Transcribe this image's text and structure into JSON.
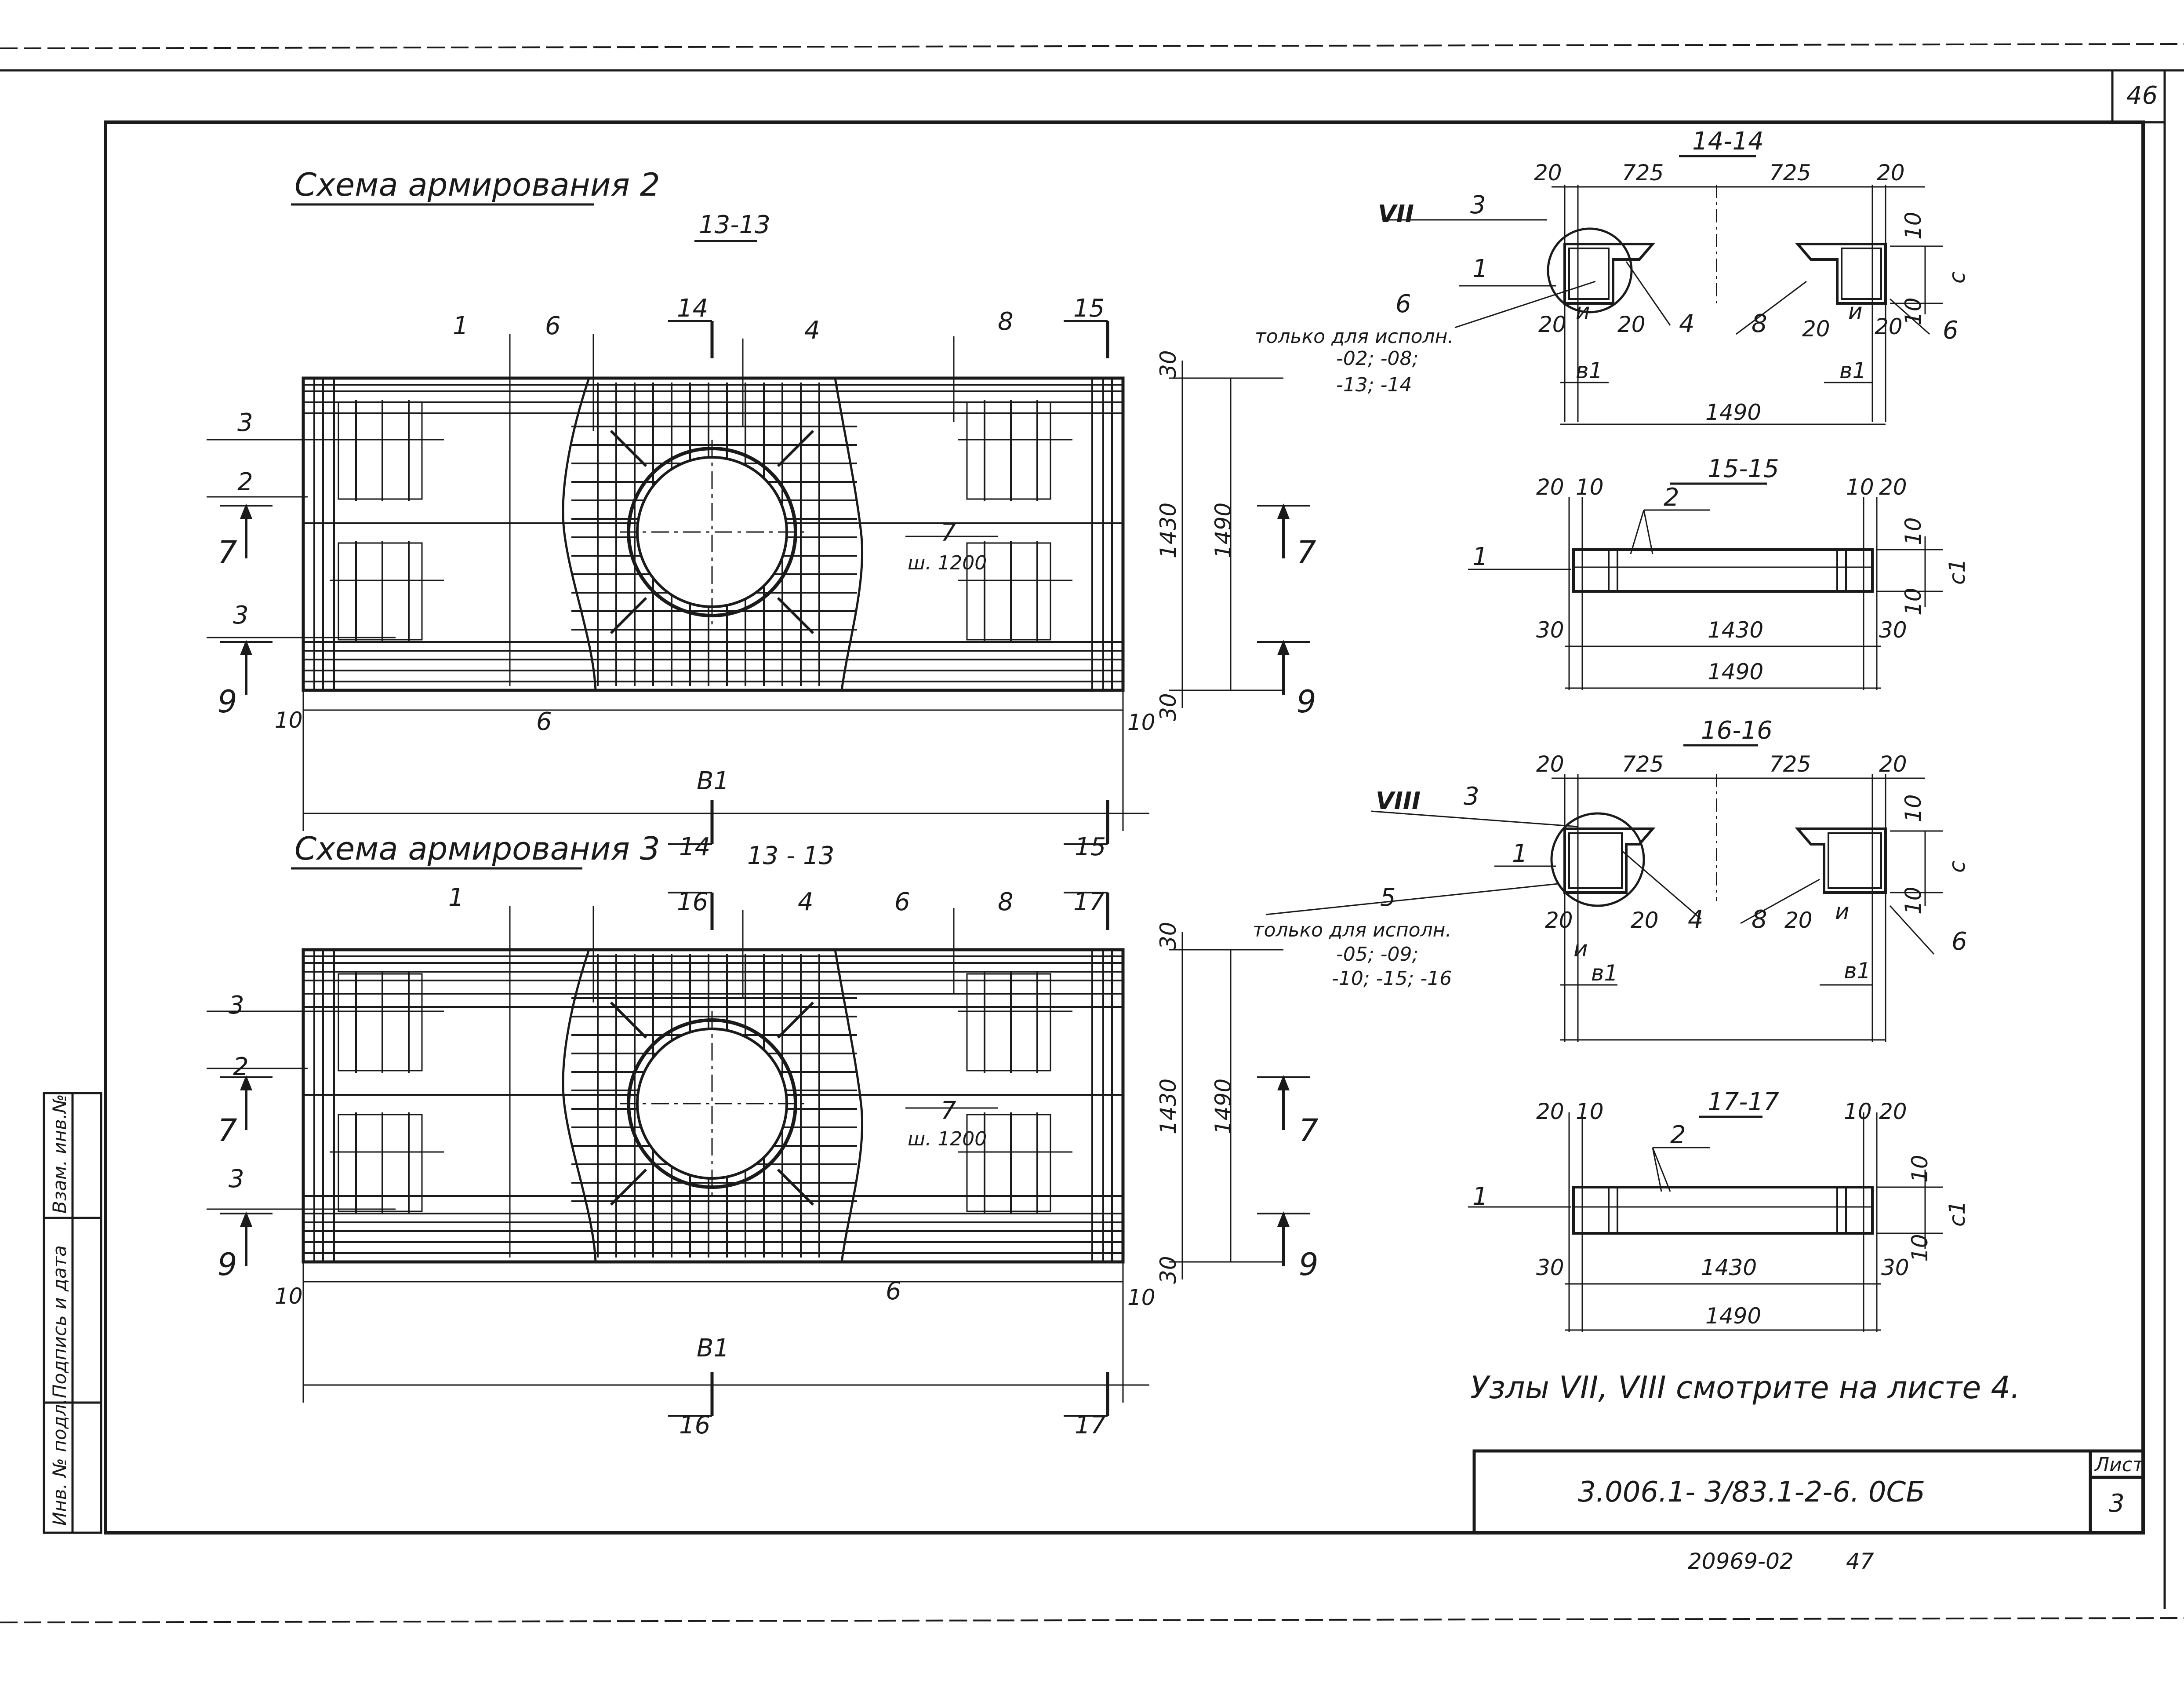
{
  "sheet": {
    "page_number": "46",
    "sheet_label": "Лист",
    "sheet_number": "3",
    "doc_code": "3.006.1- 3/83.1-2-6. 0СБ",
    "archive_number": "20969-02",
    "archive_page": "47",
    "side_stamp": [
      "Инв. № подл.",
      "Подпись и дата",
      "Взам. инв.№"
    ]
  },
  "scheme2": {
    "title": "Схема армирования 2",
    "section_title": "13-13",
    "section_label_14": "14",
    "section_label_15": "15",
    "section_label_7": "7",
    "section_label_9": "9",
    "callouts": [
      "1",
      "6",
      "4",
      "8",
      "3",
      "2",
      "3",
      "6"
    ],
    "step_label": "7",
    "step_value": "ш. 1200",
    "dim_30": "30",
    "dim_1430": "1430",
    "dim_1490": "1490",
    "dim_10": "10",
    "dim_B1": "B1"
  },
  "scheme3": {
    "title": "Схема армирования 3",
    "section_title": "13 - 13",
    "section_label_16": "16",
    "section_label_17": "17",
    "section_label_14": "14",
    "section_label_15": "15",
    "section_label_7": "7",
    "section_label_9": "9",
    "callouts": [
      "1",
      "4",
      "6",
      "8",
      "3",
      "2",
      "3",
      "6"
    ],
    "step_label": "7",
    "step_value": "ш. 1200",
    "dim_30": "30",
    "dim_1430": "1430",
    "dim_1490": "1490",
    "dim_10": "10",
    "dim_B1": "B1"
  },
  "section_14": {
    "title": "14-14",
    "node": "VII",
    "dims": [
      "20",
      "725",
      "725",
      "20",
      "10",
      "c",
      "10",
      "20",
      "и",
      "20",
      "20",
      "и",
      "20",
      "в1",
      "в1",
      "1490"
    ],
    "callouts": [
      "3",
      "1",
      "4",
      "8",
      "6"
    ],
    "note_mark": "6",
    "note": [
      "только для исполн.",
      "-02; -08;",
      "-13; -14"
    ]
  },
  "section_15": {
    "title": "15-15",
    "dims": [
      "20",
      "10",
      "10",
      "20",
      "10",
      "c1",
      "10",
      "30",
      "1430",
      "30",
      "1490"
    ],
    "callouts": [
      "2",
      "1"
    ]
  },
  "section_16": {
    "title": "16-16",
    "node": "VIII",
    "dims": [
      "20",
      "725",
      "725",
      "20",
      "10",
      "c",
      "10",
      "20",
      "20",
      "и",
      "в1",
      "20",
      "и",
      "в1"
    ],
    "callouts": [
      "3",
      "1",
      "4",
      "8",
      "6"
    ],
    "note_mark": "5",
    "note": [
      "только для исполн.",
      "-05; -09;",
      "-10; -15; -16"
    ]
  },
  "section_17": {
    "title": "17-17",
    "dims": [
      "20",
      "10",
      "10",
      "20",
      "10",
      "c1",
      "10",
      "30",
      "1430",
      "30",
      "1490"
    ],
    "callouts": [
      "2",
      "1"
    ]
  },
  "footer_note": {
    "text": "Узлы VII, VIII смотрите на листе 4."
  }
}
